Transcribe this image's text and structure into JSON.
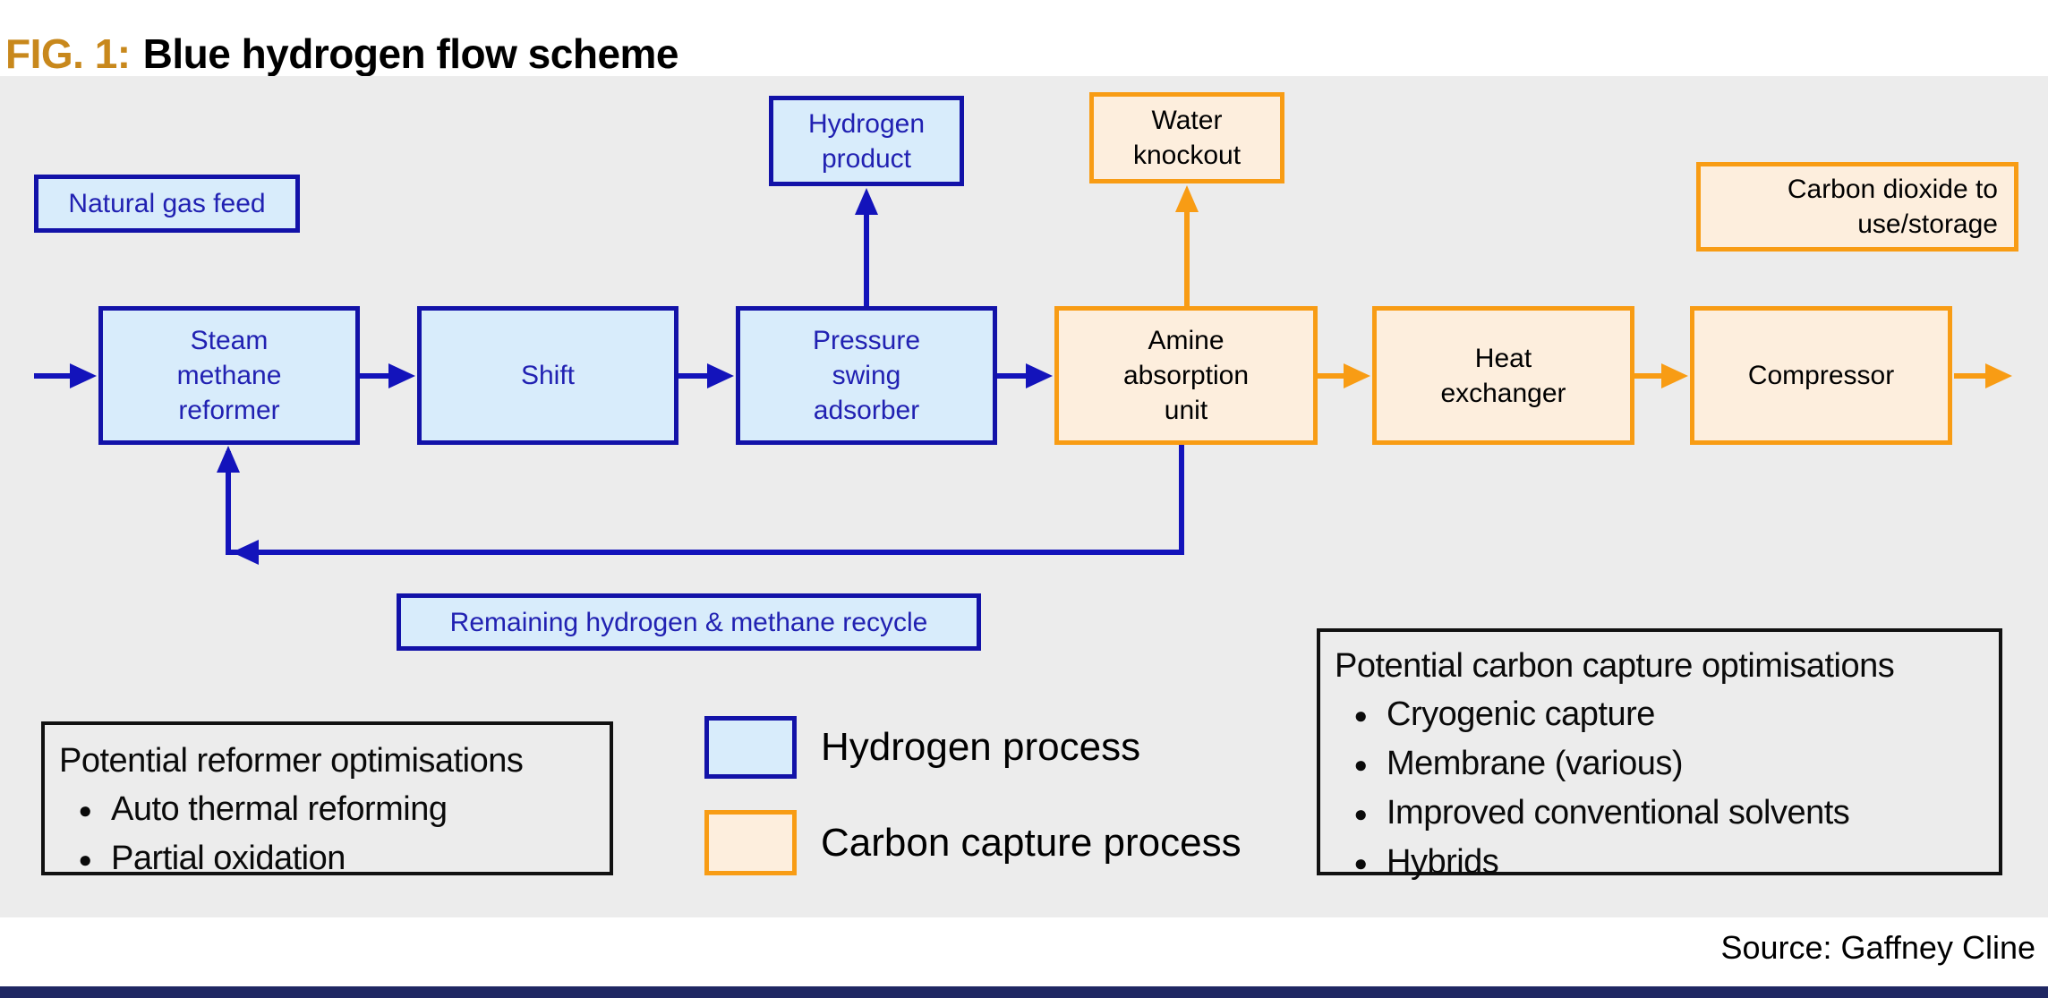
{
  "title": {
    "fig_label": "FIG. 1:",
    "text": "Blue hydrogen flow scheme"
  },
  "colors": {
    "accent_gold": "#c8881c",
    "panel_background": "#ececec",
    "hydrogen_fill": "#d8ecfb",
    "hydrogen_border": "#1212a8",
    "hydrogen_text": "#2121b2",
    "carbon_fill": "#fdeedd",
    "carbon_border": "#f89c14",
    "footer_bar": "#1f2763"
  },
  "diagram": {
    "nodes": {
      "natural_gas_feed": "Natural gas feed",
      "hydrogen_product": "Hydrogen\nproduct",
      "water_knockout": "Water\nknockout",
      "carbon_dioxide": "Carbon dioxide to\nuse/storage",
      "steam_methane_reformer": "Steam\nmethane\nreformer",
      "shift": "Shift",
      "pressure_swing_adsorber": "Pressure\nswing\nadsorber",
      "amine_absorption_unit": "Amine\nabsorption\nunit",
      "heat_exchanger": "Heat\nexchanger",
      "compressor": "Compressor",
      "remaining_recycle": "Remaining hydrogen & methane recycle"
    }
  },
  "legend": {
    "hydrogen_label": "Hydrogen process",
    "carbon_label": "Carbon capture process"
  },
  "info_boxes": {
    "reformer": {
      "heading": "Potential reformer optimisations",
      "items": [
        "Auto thermal reforming",
        "Partial oxidation"
      ]
    },
    "carbon_capture": {
      "heading": "Potential carbon capture optimisations",
      "items": [
        "Cryogenic capture",
        "Membrane (various)",
        "Improved conventional solvents",
        "Hybrids"
      ]
    }
  },
  "source": "Source: Gaffney Cline"
}
